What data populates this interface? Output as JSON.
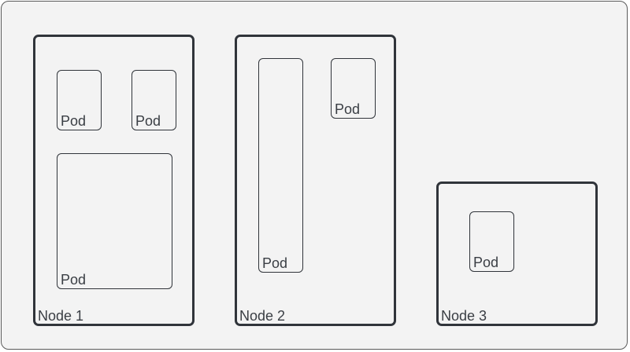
{
  "nodes": [
    {
      "label": "Node 1",
      "pods": [
        {
          "label": "Pod"
        },
        {
          "label": "Pod"
        },
        {
          "label": "Pod"
        }
      ]
    },
    {
      "label": "Node 2",
      "pods": [
        {
          "label": "Pod"
        },
        {
          "label": "Pod"
        }
      ]
    },
    {
      "label": "Node 3",
      "pods": [
        {
          "label": "Pod"
        }
      ]
    }
  ],
  "colors": {
    "background": "#f3f3f3",
    "stroke": "#30343a",
    "text": "#3a3e44"
  }
}
